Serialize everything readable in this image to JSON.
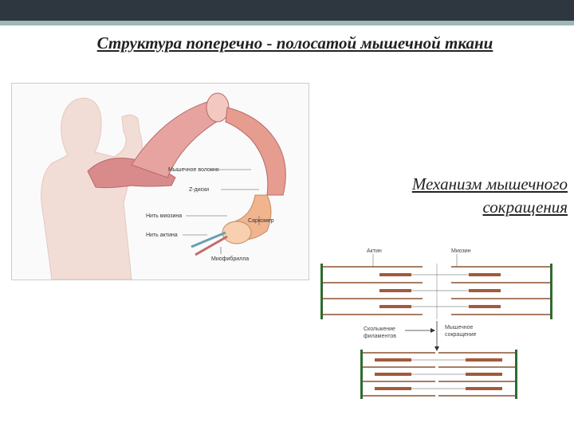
{
  "slide": {
    "title": "Структура поперечно - полосатой  мышечной ткани",
    "subtitle_line1": "Механизм мышечного",
    "subtitle_line2": "сокращения"
  },
  "anatomy_figure": {
    "labels": {
      "muscle_fiber": "Мышечное волокно",
      "z_discs": "Z-диски",
      "myosin_filament": "Нить миозина",
      "actin_filament": "Нить актина",
      "sarcomere": "Саркомер",
      "myofibril": "Миофибрилла"
    }
  },
  "contraction_figure": {
    "labels": {
      "actin": "Актин",
      "myosin": "Миозин",
      "sliding_line1": "Скольжение",
      "sliding_line2": "филаментов",
      "contraction_line1": "Мышечное",
      "contraction_line2": "сокращение"
    }
  },
  "colors": {
    "top_bar": "#2e3740",
    "accent_bar": "#9db8b6",
    "muscle": "#d98a8a",
    "skin": "#f2ddd6",
    "filament_green": "#2f6b2f",
    "filament_brown": "#8a5230"
  }
}
